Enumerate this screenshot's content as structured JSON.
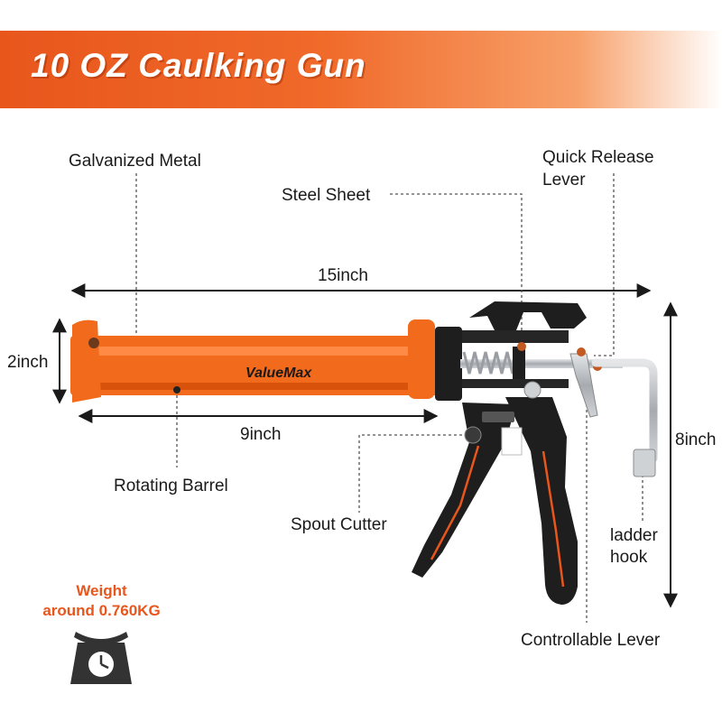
{
  "title": "10 OZ Caulking Gun",
  "brand": "ValueMax",
  "labels": {
    "galvanized_metal": "Galvanized Metal",
    "steel_sheet": "Steel Sheet",
    "quick_release_1": "Quick Release",
    "quick_release_2": "Lever",
    "rotating_barrel": "Rotating Barrel",
    "spout_cutter": "Spout Cutter",
    "ladder_hook_1": "ladder",
    "ladder_hook_2": "hook",
    "controllable_lever": "Controllable Lever"
  },
  "dimensions": {
    "length": "15inch",
    "diameter": "2inch",
    "barrel": "9inch",
    "height": "8inch"
  },
  "weight": {
    "line1": "Weight",
    "line2": "around 0.760KG"
  },
  "icons": {
    "scale": "weight-scale-icon"
  },
  "colors": {
    "accent": "#e8561c",
    "banner_light": "#f7a06a",
    "barrel": "#f26a1b",
    "handle": "#1e1e1e",
    "metal": "#b9bcc0"
  }
}
